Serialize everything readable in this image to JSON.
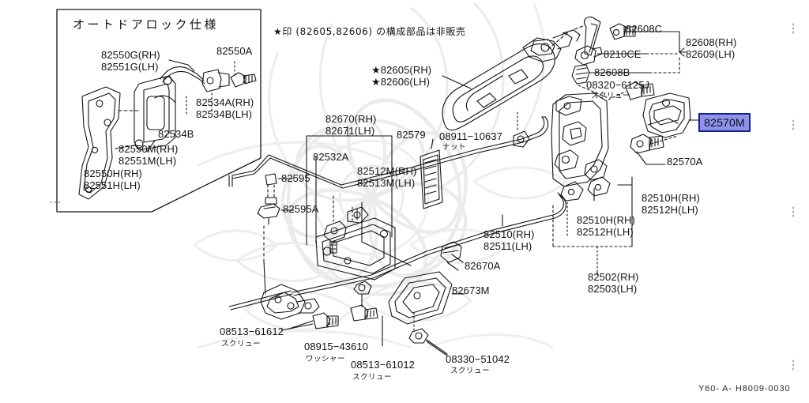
{
  "document": {
    "kind": "parts-catalog-illustration",
    "footer_code": "Y60- A- H8009-0030"
  },
  "inset_panel": {
    "title": "オートドアロック仕様",
    "labels": [
      "82550G(RH)\n82551G(LH)",
      "82550A",
      "82534A(RH)\n82534B(LH)",
      "82534B",
      "82550M(RH)\n82551M(LH)",
      "82550H(RH)\n82551H(LH)"
    ]
  },
  "note": {
    "text": "★印 (82605,82606) の構成部品は非販売"
  },
  "callouts": [
    {
      "id": "c-82605",
      "text": "★82605(RH)\n★82606(LH)"
    },
    {
      "id": "c-82608c",
      "text": "82608C"
    },
    {
      "id": "c-82608rh",
      "text": "82608(RH)\n82609(LH)"
    },
    {
      "id": "c-8210ce",
      "text": "8210CE"
    },
    {
      "id": "c-82608b",
      "text": "82608B"
    },
    {
      "id": "c-08320",
      "text": "08320−6125J"
    },
    {
      "id": "c-08320-jp",
      "text": "スクリュー"
    },
    {
      "id": "c-82570a",
      "text": "82570A"
    },
    {
      "id": "c-82510h-right",
      "text": "82510H(RH)\n82512H(LH)"
    },
    {
      "id": "c-82510h-left",
      "text": "82510H(RH)\n82512H(LH)"
    },
    {
      "id": "c-82502",
      "text": "82502(RH)\n82503(LH)"
    },
    {
      "id": "c-82670rh",
      "text": "82670(RH)\n82671(LH)"
    },
    {
      "id": "c-82579",
      "text": "82579"
    },
    {
      "id": "c-08911",
      "text": "08911−10637"
    },
    {
      "id": "c-08911-jp",
      "text": "ナット"
    },
    {
      "id": "c-82532a",
      "text": "82532A"
    },
    {
      "id": "c-82512m",
      "text": "82512M(RH)\n82513M(LH)"
    },
    {
      "id": "c-82595",
      "text": "82595"
    },
    {
      "id": "c-82595a",
      "text": "82595A"
    },
    {
      "id": "c-82510rh",
      "text": "82510(RH)\n82511(LH)"
    },
    {
      "id": "c-82670a",
      "text": "82670A"
    },
    {
      "id": "c-82673m",
      "text": "82673M"
    },
    {
      "id": "c-08513-61612",
      "text": "08513−61612"
    },
    {
      "id": "c-08513-61612-jp",
      "text": "スクリュー"
    },
    {
      "id": "c-08915",
      "text": "08915−43610"
    },
    {
      "id": "c-08915-jp",
      "text": "ワッシャー"
    },
    {
      "id": "c-08513-61012",
      "text": "08513−61012"
    },
    {
      "id": "c-08513-61012-jp",
      "text": "スクリュー"
    },
    {
      "id": "c-08330",
      "text": "08330−51042"
    },
    {
      "id": "c-08330-jp",
      "text": "スクリュー"
    }
  ],
  "highlight": {
    "part_number": "82570M",
    "fill_color": "#8d93e8",
    "border_color": "#1a1f8f"
  }
}
